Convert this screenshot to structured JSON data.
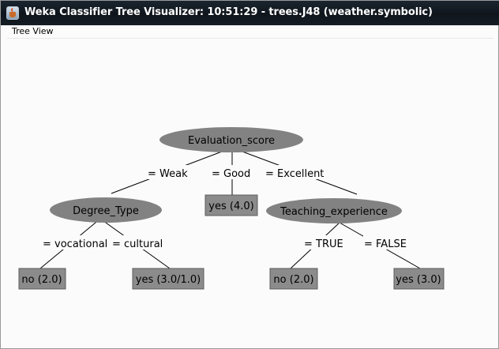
{
  "window": {
    "title": "Weka Classifier Tree Visualizer: 10:51:29 - trees.J48 (weather.symbolic)"
  },
  "panel": {
    "label": "Tree View"
  },
  "tree": {
    "root": "Evaluation_score",
    "edges": {
      "weak": "= Weak",
      "good": "= Good",
      "excellent": "= Excellent",
      "vocational": "= vocational",
      "cultural": "= cultural",
      "true": "= TRUE",
      "false": "= FALSE"
    },
    "nodes": {
      "degree_type": "Degree_Type",
      "teaching_experience": "Teaching_experience"
    },
    "leaves": {
      "good_leaf": "yes (4.0)",
      "vocational_leaf": "no (2.0)",
      "cultural_leaf": "yes (3.0/1.0)",
      "true_leaf": "no (2.0)",
      "false_leaf": "yes (3.0)"
    }
  },
  "colors": {
    "node_fill": "#828282",
    "leaf_fill": "#8b8b8b",
    "titlebar": "#0f151b"
  }
}
